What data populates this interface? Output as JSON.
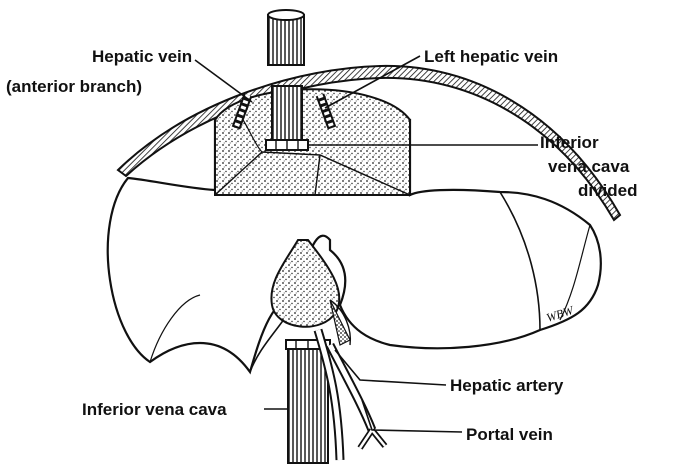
{
  "labels": {
    "hepatic_vein_line1": "Hepatic vein",
    "hepatic_vein_line2": "(anterior branch)",
    "left_hepatic_vein": "Left hepatic vein",
    "ivc_divided_line1": "Inferior",
    "ivc_divided_line2": "vena cava",
    "ivc_divided_line3": "divided",
    "inferior_vena_cava": "Inferior vena cava",
    "hepatic_artery": "Hepatic artery",
    "portal_vein": "Portal vein"
  },
  "signature": "WBW"
}
